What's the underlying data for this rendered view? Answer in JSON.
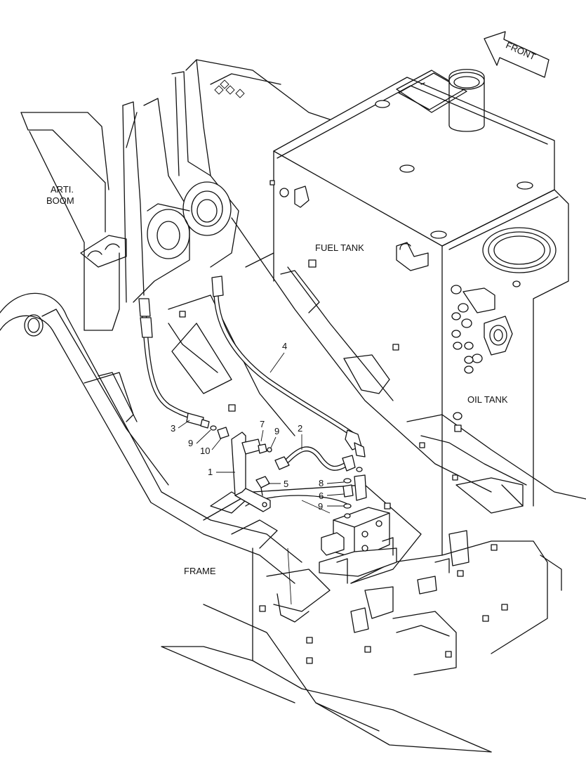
{
  "labels": {
    "arti_boom_line1": "ARTI.",
    "arti_boom_line2": "BOOM",
    "fuel_tank": "FUEL TANK",
    "oil_tank": "OIL TANK",
    "frame": "FRAME",
    "front": "FRONT"
  },
  "callouts": [
    "1",
    "2",
    "3",
    "4",
    "5",
    "6",
    "7",
    "8",
    "9",
    "9",
    "9",
    "10"
  ]
}
